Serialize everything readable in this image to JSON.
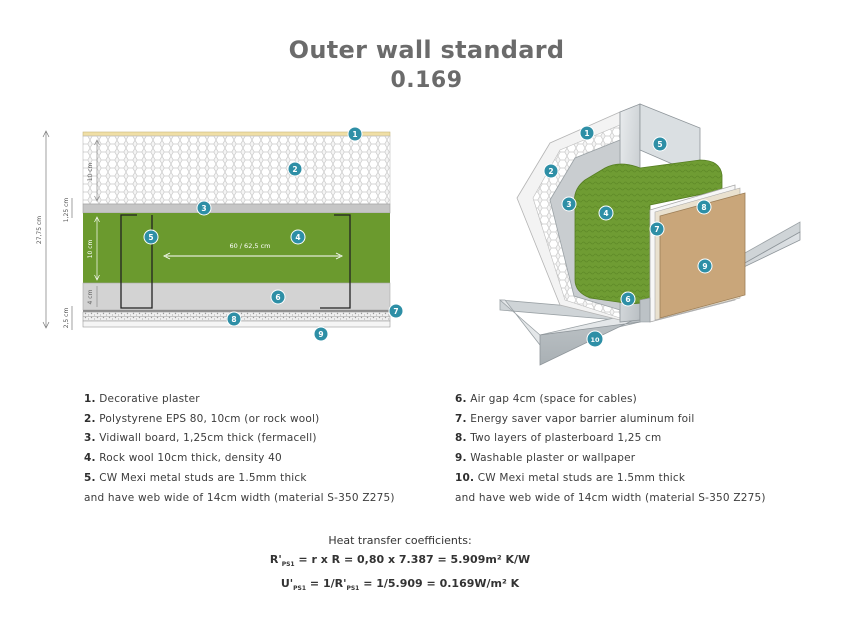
{
  "title": "Outer wall standard",
  "subtitle": "0.169",
  "dims": {
    "total": "27,75 cm",
    "board": "1,25 cm",
    "eps": "10 cm",
    "wool": "10 cm",
    "gap": "4 cm",
    "plaster": "2,5 cm",
    "stud_spacing": "60 / 62,5 cm"
  },
  "markers": [
    "1",
    "2",
    "3",
    "4",
    "5",
    "6",
    "7",
    "8",
    "9",
    "10"
  ],
  "legend_left": [
    {
      "num": "1.",
      "text": "Decorative plaster"
    },
    {
      "num": "2.",
      "text": "Polystyrene EPS 80, 10cm (or rock wool)"
    },
    {
      "num": "3.",
      "text": "Vidiwall board, 1,25cm thick (fermacell)"
    },
    {
      "num": "4.",
      "text": "Rock wool 10cm thick, density 40"
    },
    {
      "num": "5.",
      "text": "CW Mexi metal studs are 1.5mm thick"
    },
    {
      "num": "",
      "text": "and have web wide of 14cm width (material S-350 Z275)"
    }
  ],
  "legend_right": [
    {
      "num": "6.",
      "text": "Air gap 4cm (space for cables)"
    },
    {
      "num": "7.",
      "text": "Energy saver vapor barrier aluminum foil"
    },
    {
      "num": "8.",
      "text": "Two layers of plasterboard 1,25 cm"
    },
    {
      "num": "9.",
      "text": "Washable plaster or wallpaper"
    },
    {
      "num": "10.",
      "text": "CW Mexi metal studs are 1.5mm thick"
    },
    {
      "num": "",
      "text": "and have web wide of 14cm width (material S-350 Z275)"
    }
  ],
  "formula": {
    "heading": "Heat transfer coefficients:",
    "r_lhs": "R'",
    "r_sub": "PS1",
    "r_rhs": " = r x R = 0,80 x 7.387 = 5.909m² K/W",
    "u_lhs": "U'",
    "u_sub": "PS1",
    "u_mid": " = 1/R'",
    "u_mid_sub": "PS1",
    "u_rhs": " = 1/5.909 = 0.169W/m² K"
  },
  "colors": {
    "accent": "#2e8fa6",
    "wool": "#6c9a2f",
    "plaster": "#f3e6b8",
    "board": "#c8c8c8",
    "finish": "#c9a67a"
  }
}
